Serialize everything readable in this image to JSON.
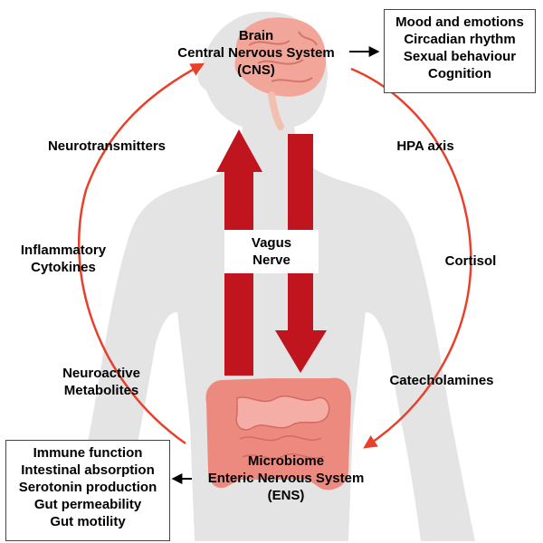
{
  "brain": {
    "line1": "Brain",
    "line2": "Central Nervous System",
    "line3": "(CNS)"
  },
  "brain_effects": [
    "Mood and emotions",
    "Circadian rhythm",
    "Sexual behaviour",
    "Cognition"
  ],
  "gut": {
    "line1": "Microbiome",
    "line2": "Enteric Nervous System",
    "line3": "(ENS)"
  },
  "gut_effects": [
    "Immune function",
    "Intestinal absorption",
    "Serotonin production",
    "Gut permeability",
    "Gut motility"
  ],
  "vagus": {
    "line1": "Vagus",
    "line2": "Nerve"
  },
  "left_pathway": {
    "neurotransmitters": "Neurotransmitters",
    "cytokines_line1": "Inflammatory",
    "cytokines_line2": "Cytokines",
    "metabolites_line1": "Neuroactive",
    "metabolites_line2": "Metabolites"
  },
  "right_pathway": {
    "hpa": "HPA axis",
    "cortisol": "Cortisol",
    "catecholamines": "Catecholamines"
  },
  "colors": {
    "cycle_arrow": "#e8402a",
    "vagus_arrows": "#c0141f",
    "body_silhouette": "#e4e4e4",
    "brain": "#f2a69a",
    "intestine": "#ec8a80"
  }
}
